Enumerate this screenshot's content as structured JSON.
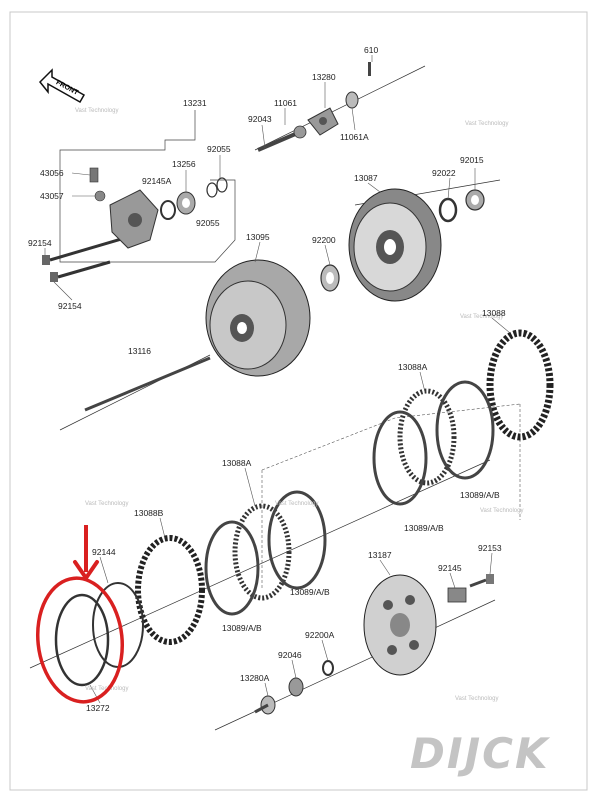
{
  "diagram": {
    "front_label": "FRONT",
    "brand_logo": "DIJCK",
    "watermark": "Vast Technology",
    "highlight_color": "#d92020",
    "labels": {
      "p610": "610",
      "p13280": "13280",
      "p11061": "11061",
      "p11061a": "11061A",
      "p13231": "13231",
      "p92043": "92043",
      "p92055a": "92055",
      "p92055b": "92055",
      "p13256": "13256",
      "p92145a": "92145A",
      "p43056": "43056",
      "p43057": "43057",
      "p92154a": "92154",
      "p92154b": "92154",
      "p13087": "13087",
      "p92022": "92022",
      "p92015": "92015",
      "p92200": "92200",
      "p13095": "13095",
      "p13088": "13088",
      "p13116": "13116",
      "p13088a_top": "13088A",
      "p13089_right": "13089/A/B",
      "p13089_mid": "13089/A/B",
      "p13088a_mid": "13088A",
      "p13088b": "13088B",
      "p13089_center": "13089/A/B",
      "p13089_left": "13089/A/B",
      "p92144": "92144",
      "p13272": "13272",
      "p13187": "13187",
      "p92153": "92153",
      "p92145": "92145",
      "p92200a": "92200A",
      "p92046": "92046",
      "p13280a": "13280A"
    }
  }
}
